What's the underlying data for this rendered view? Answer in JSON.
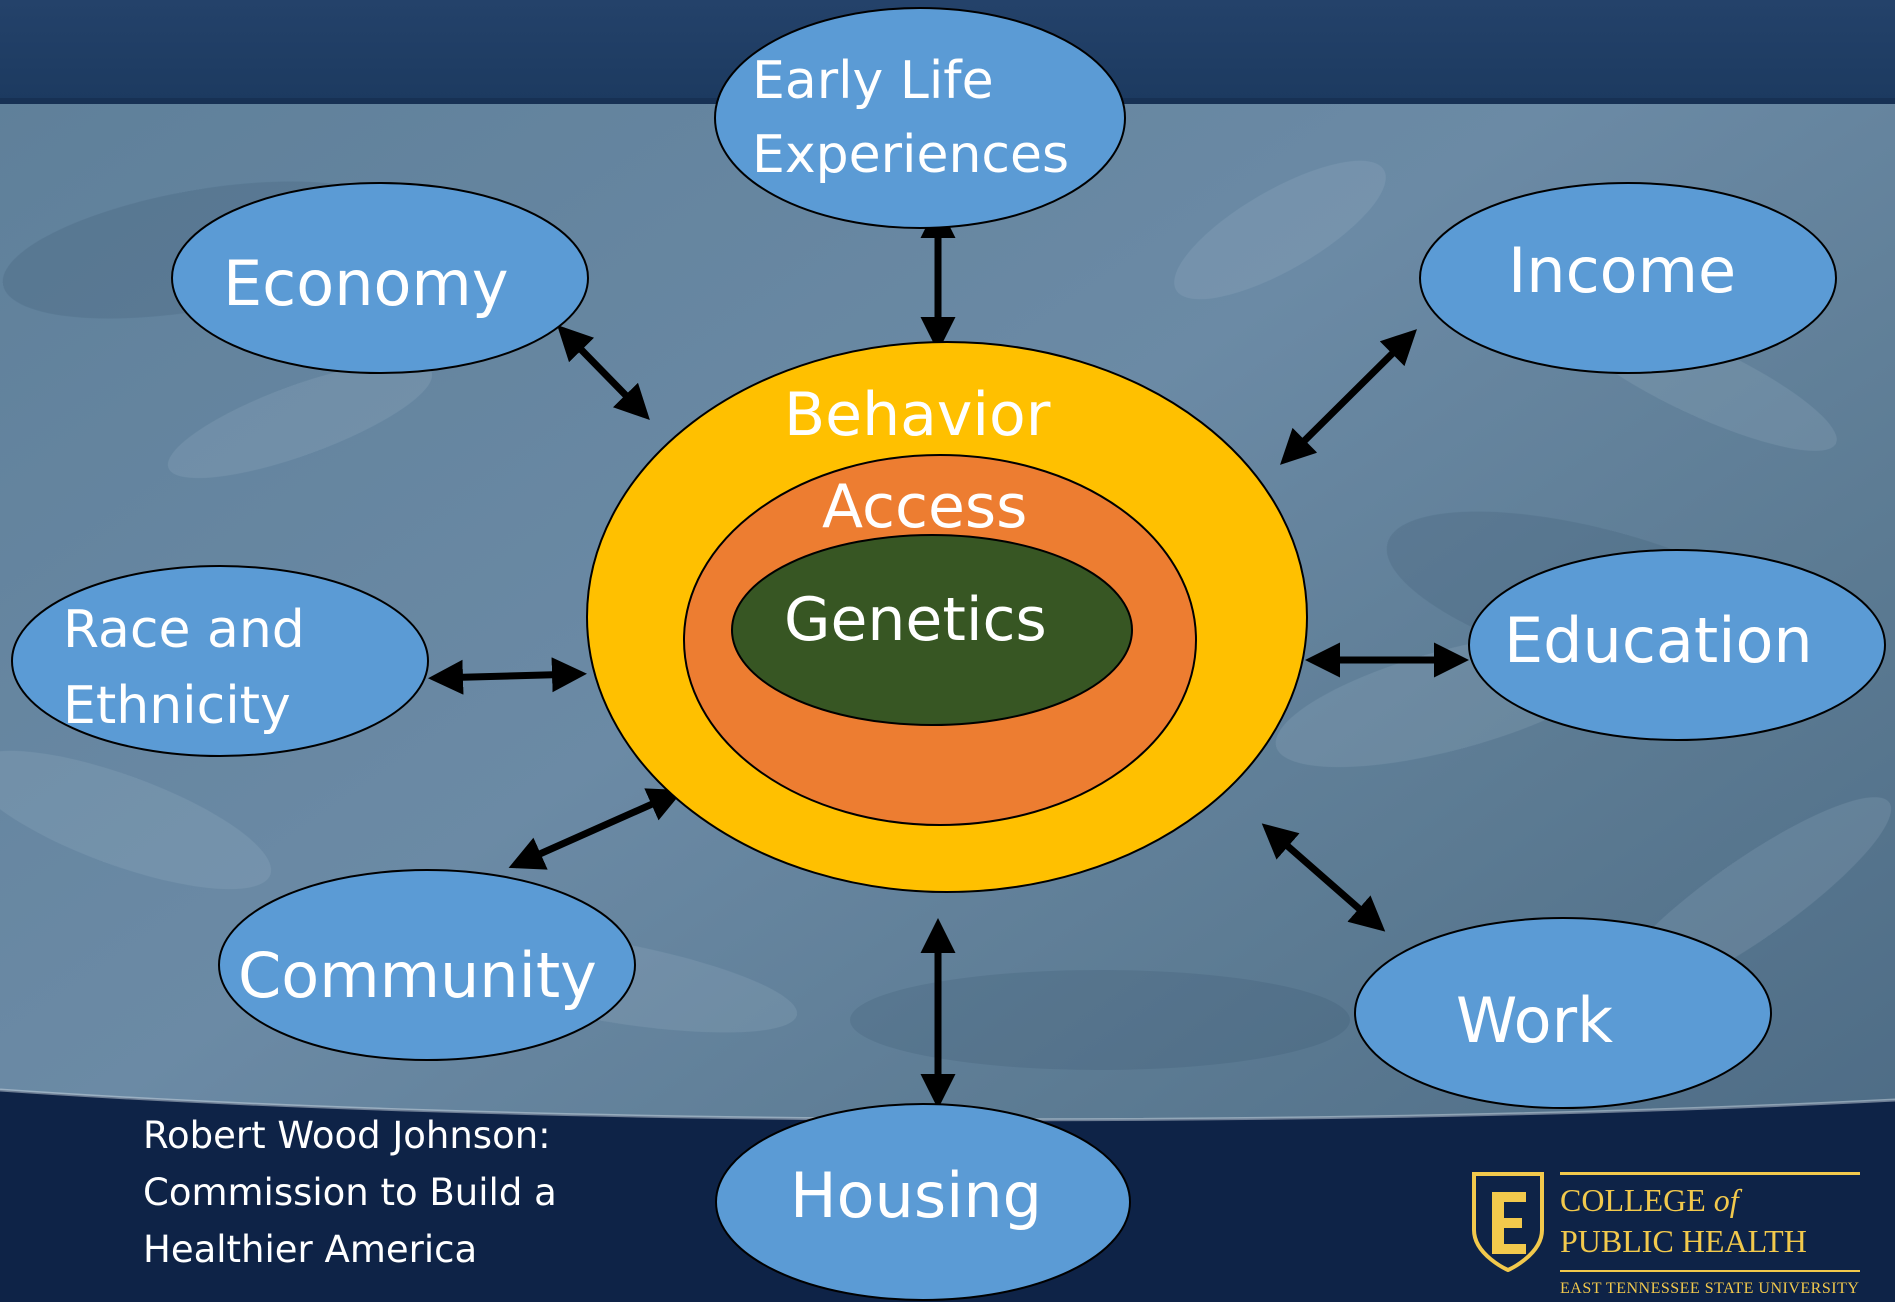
{
  "diagram": {
    "core": {
      "outer": {
        "label": "Behavior",
        "color": "#ffc000"
      },
      "middle": {
        "label": "Access",
        "color": "#ed7d31"
      },
      "inner": {
        "label": "Genetics",
        "color": "#375623"
      }
    },
    "factor_color": "#5b9bd5",
    "factors": [
      {
        "id": "early-life",
        "lines": [
          "Early Life",
          "Experiences"
        ]
      },
      {
        "id": "economy",
        "lines": [
          "Economy"
        ]
      },
      {
        "id": "income",
        "lines": [
          "Income"
        ]
      },
      {
        "id": "race",
        "lines": [
          "Race and",
          "Ethnicity"
        ]
      },
      {
        "id": "education",
        "lines": [
          "Education"
        ]
      },
      {
        "id": "community",
        "lines": [
          "Community"
        ]
      },
      {
        "id": "work",
        "lines": [
          "Work"
        ]
      },
      {
        "id": "housing",
        "lines": [
          "Housing"
        ]
      }
    ],
    "relationship": "bidirectional arrows between each factor and the core"
  },
  "caption": {
    "line1": "Robert Wood Johnson:",
    "line2": "Commission to Build a",
    "line3": "Healthier America"
  },
  "logo": {
    "line1_a": "COLLEGE",
    "line1_b": "of",
    "line2": "PUBLIC HEALTH",
    "line3": "EAST TENNESSEE STATE UNIVERSITY",
    "color": "#f2c94c"
  },
  "theme": {
    "header_band": "#1f3a5f",
    "footer_band": "#0e2347",
    "photo_tone": "#587a97"
  }
}
